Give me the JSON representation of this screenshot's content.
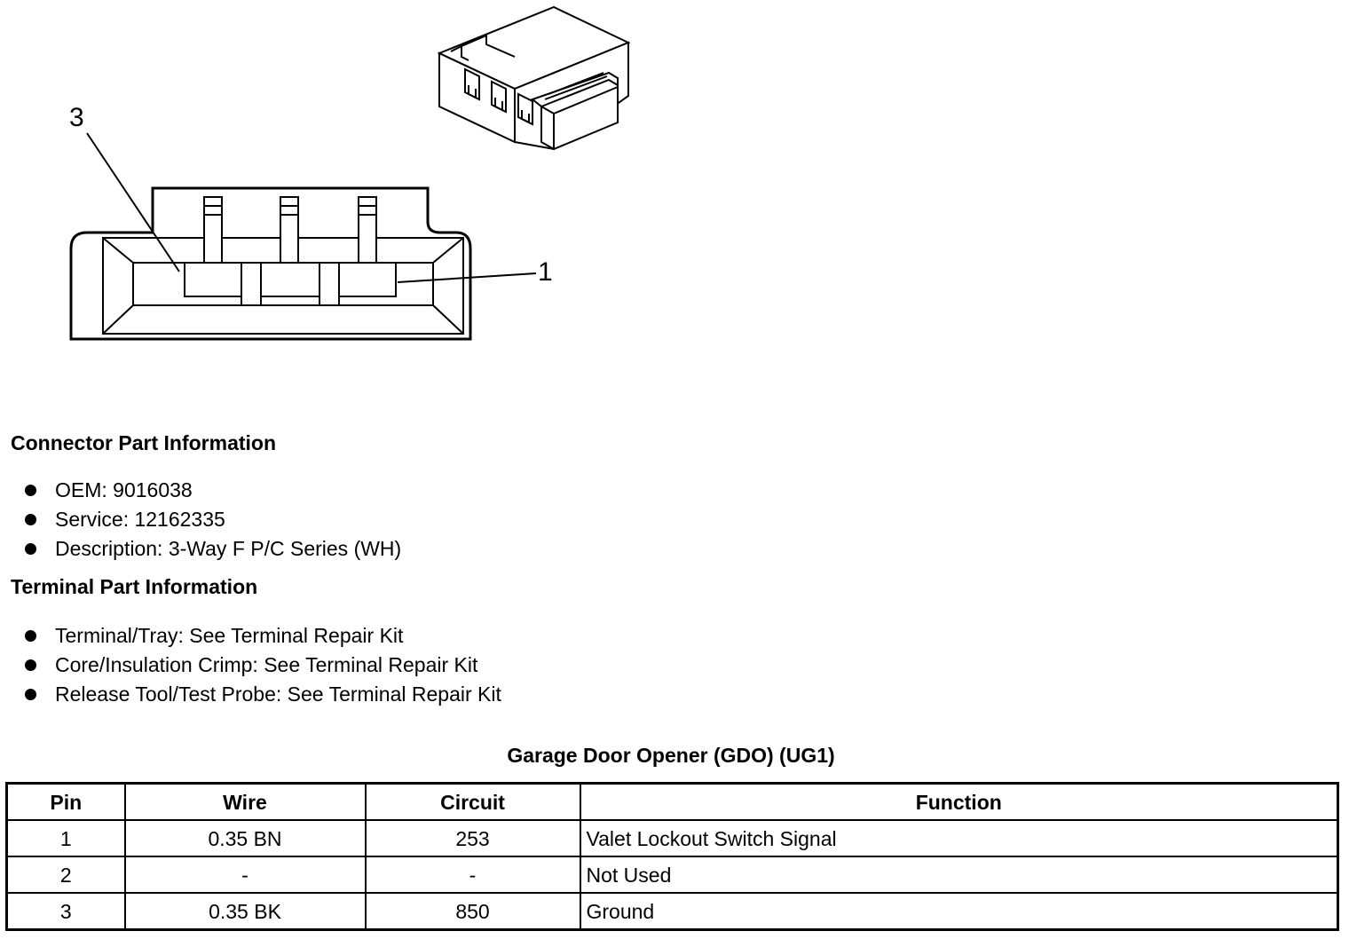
{
  "diagram": {
    "callout_pin3": "3",
    "callout_pin1": "1"
  },
  "connector_part_info": {
    "heading": "Connector Part Information",
    "items": [
      "OEM: 9016038",
      "Service: 12162335",
      "Description: 3-Way F P/C Series (WH)"
    ]
  },
  "terminal_part_info": {
    "heading": "Terminal Part Information",
    "items": [
      "Terminal/Tray: See Terminal Repair Kit",
      "Core/Insulation Crimp: See Terminal Repair Kit",
      "Release Tool/Test Probe: See Terminal Repair Kit"
    ]
  },
  "pin_table": {
    "title": "Garage Door Opener (GDO) (UG1)",
    "headers": [
      "Pin",
      "Wire",
      "Circuit",
      "Function"
    ],
    "rows": [
      [
        "1",
        "0.35 BN",
        "253",
        "Valet Lockout Switch Signal"
      ],
      [
        "2",
        "-",
        "-",
        "Not Used"
      ],
      [
        "3",
        "0.35 BK",
        "850",
        "Ground"
      ]
    ]
  }
}
